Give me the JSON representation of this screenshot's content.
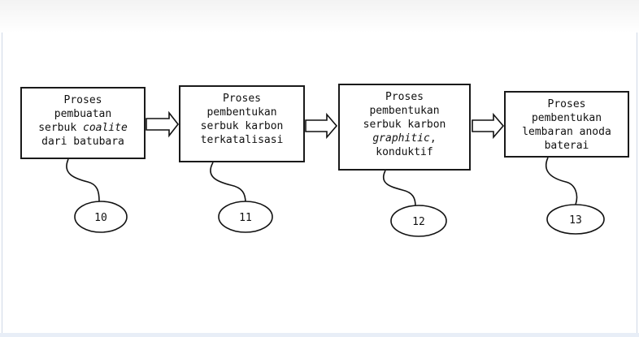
{
  "steps": [
    {
      "lines": [
        {
          "text": "Proses"
        },
        {
          "text": "pembuatan"
        },
        {
          "pre": "serbuk ",
          "italic": "coalite"
        },
        {
          "text": "dari batubara"
        }
      ],
      "number": "10"
    },
    {
      "lines": [
        {
          "text": "Proses"
        },
        {
          "text": "pembentukan"
        },
        {
          "text": "serbuk karbon"
        },
        {
          "text": "terkatalisasi"
        }
      ],
      "number": "11"
    },
    {
      "lines": [
        {
          "text": "Proses"
        },
        {
          "text": "pembentukan"
        },
        {
          "text": "serbuk karbon"
        },
        {
          "italic": "graphitic",
          "post": ","
        },
        {
          "text": "konduktif"
        }
      ],
      "number": "12"
    },
    {
      "lines": [
        {
          "text": "Proses"
        },
        {
          "text": "pembentukan"
        },
        {
          "text": "lembaran anoda"
        },
        {
          "text": "baterai"
        }
      ],
      "number": "13"
    }
  ]
}
